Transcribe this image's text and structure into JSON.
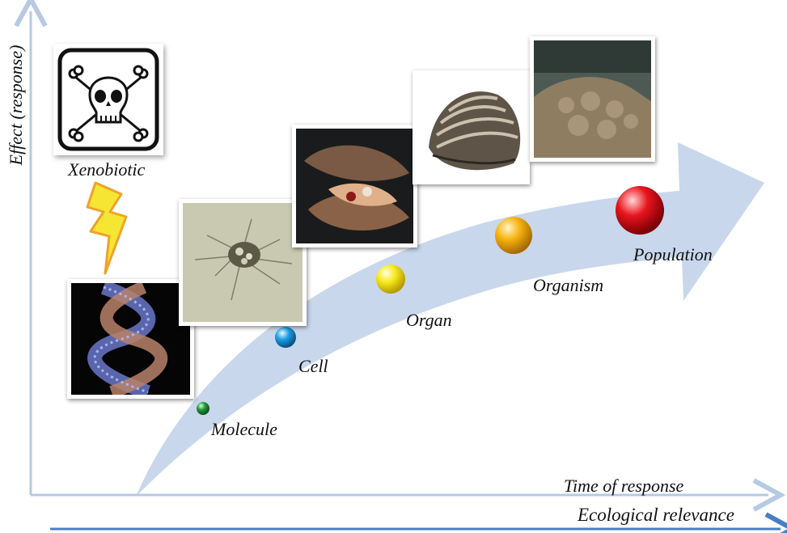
{
  "axes": {
    "y_label": "Effect (response)",
    "x_label": "Time of response",
    "x2_label": "Ecological relevance",
    "axis_color": "#b7c9e3",
    "ecological_arrow_color": "#4a7dc4"
  },
  "hazard": {
    "icon": "skull-crossbones-icon",
    "label": "Xenobiotic",
    "lightning_fill": "#f7e533",
    "lightning_stroke": "#f0a228"
  },
  "big_arrow_color": "#c2d3ea",
  "levels": [
    {
      "label": "Molecule",
      "color": "#1e9a3b",
      "photo": "dna-helix-image"
    },
    {
      "label": "Cell",
      "color": "#1a9ee6",
      "photo": "cell-microscopy-image"
    },
    {
      "label": "Organ",
      "color": "#f6ea1c",
      "photo": "open-mussel-image"
    },
    {
      "label": "Organism",
      "color": "#f7b410",
      "photo": "zebra-mussel-image"
    },
    {
      "label": "Population",
      "color": "#e8141c",
      "photo": "mussel-colony-image"
    }
  ]
}
